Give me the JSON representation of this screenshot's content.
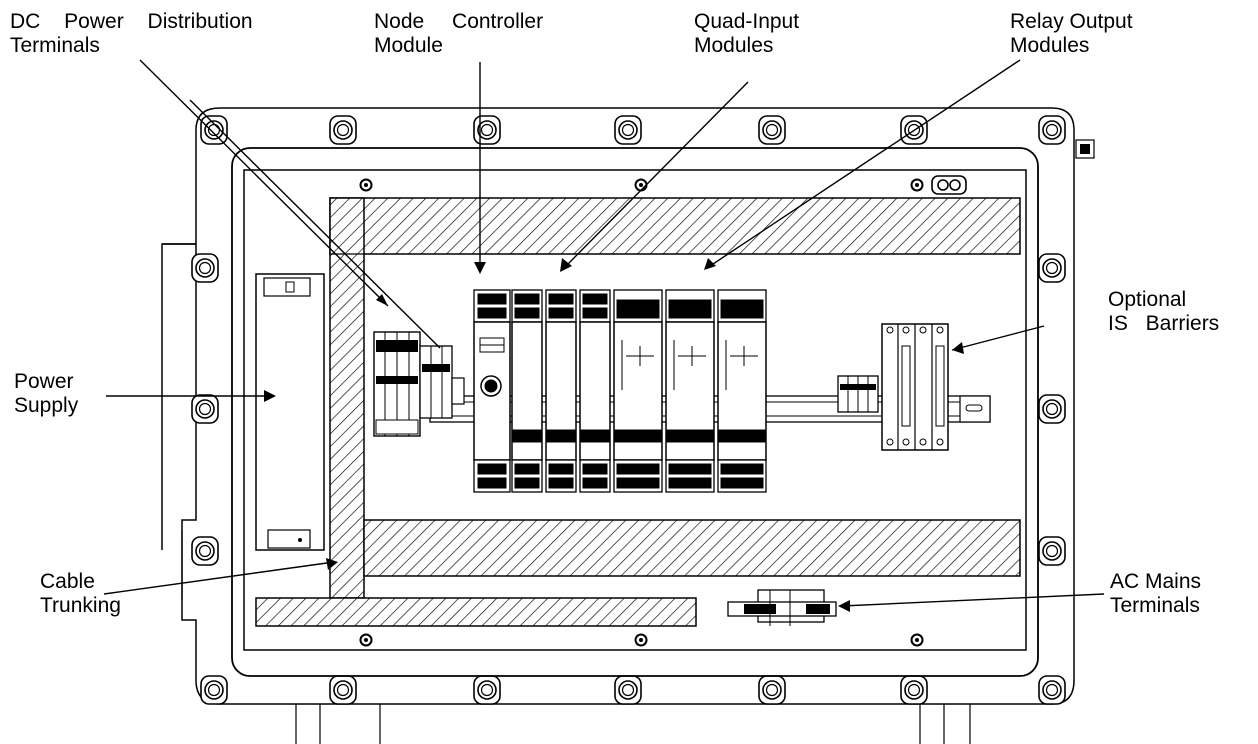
{
  "labels": {
    "dc_power": {
      "line1": "DC Power Distribution",
      "line2": "Terminals"
    },
    "node_controller": {
      "line1": "Node Controller",
      "line2": "Module"
    },
    "quad_input": {
      "line1": "Quad-Input",
      "line2": "Modules"
    },
    "relay_output": {
      "line1": "Relay Output",
      "line2": "Modules"
    },
    "optional_is": {
      "line1": "Optional",
      "line2": "IS Barriers"
    },
    "power_supply": {
      "line1": "Power",
      "line2": "Supply"
    },
    "cable_trunking": {
      "line1": "Cable",
      "line2": "Trunking"
    },
    "ac_mains": {
      "line1": "AC Mains",
      "line2": "Terminals"
    }
  },
  "colors": {
    "ink": "#000000",
    "paper": "#ffffff"
  }
}
